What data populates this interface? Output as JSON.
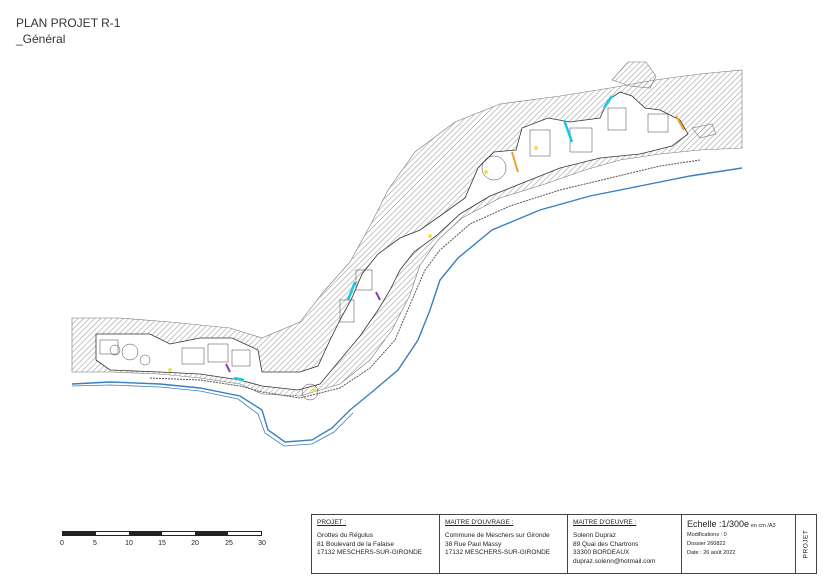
{
  "title": "PLAN PROJET R-1",
  "subtitle": "_Général",
  "scale_bar": {
    "ticks": [
      "0",
      "5",
      "10",
      "15",
      "20",
      "25",
      "30"
    ]
  },
  "cartouche": {
    "projet": {
      "heading": "PROJET :",
      "lines": [
        "Grottes du Régulus",
        "81 Boulevard de la Falaise",
        "17132 MESCHERS-SUR-GIRONDE"
      ]
    },
    "maitre_ouvrage": {
      "heading": "MAITRE D'OUVRAGE :",
      "lines": [
        "Commune de Meschers sur Gironde",
        "38 Rue Paul Massy",
        "17132 MESCHERS-SUR-GIRONDE"
      ]
    },
    "maitre_oeuvre": {
      "heading": "MAITRE D'OEUVRE :",
      "lines": [
        "Solenn Dupraz",
        "89 Quai des Chartrons",
        "33300 BORDEAUX",
        "dupraz.solenn@hotmail.com"
      ]
    },
    "echelle": {
      "label": "Echelle :1/300e",
      "unit": "en cm /A3",
      "modifications": "Modifications : 0",
      "dossier": "Dossier 260822",
      "date": "Date : 26 août 2022"
    },
    "side_label": "PROJET"
  },
  "colors": {
    "hatch": "#9a9a9a",
    "water": "#3a7fc0",
    "accent_cyan": "#18c6e0",
    "accent_orange": "#f0a030",
    "accent_yellow": "#f4e04a",
    "accent_purple": "#8a3fc0"
  }
}
